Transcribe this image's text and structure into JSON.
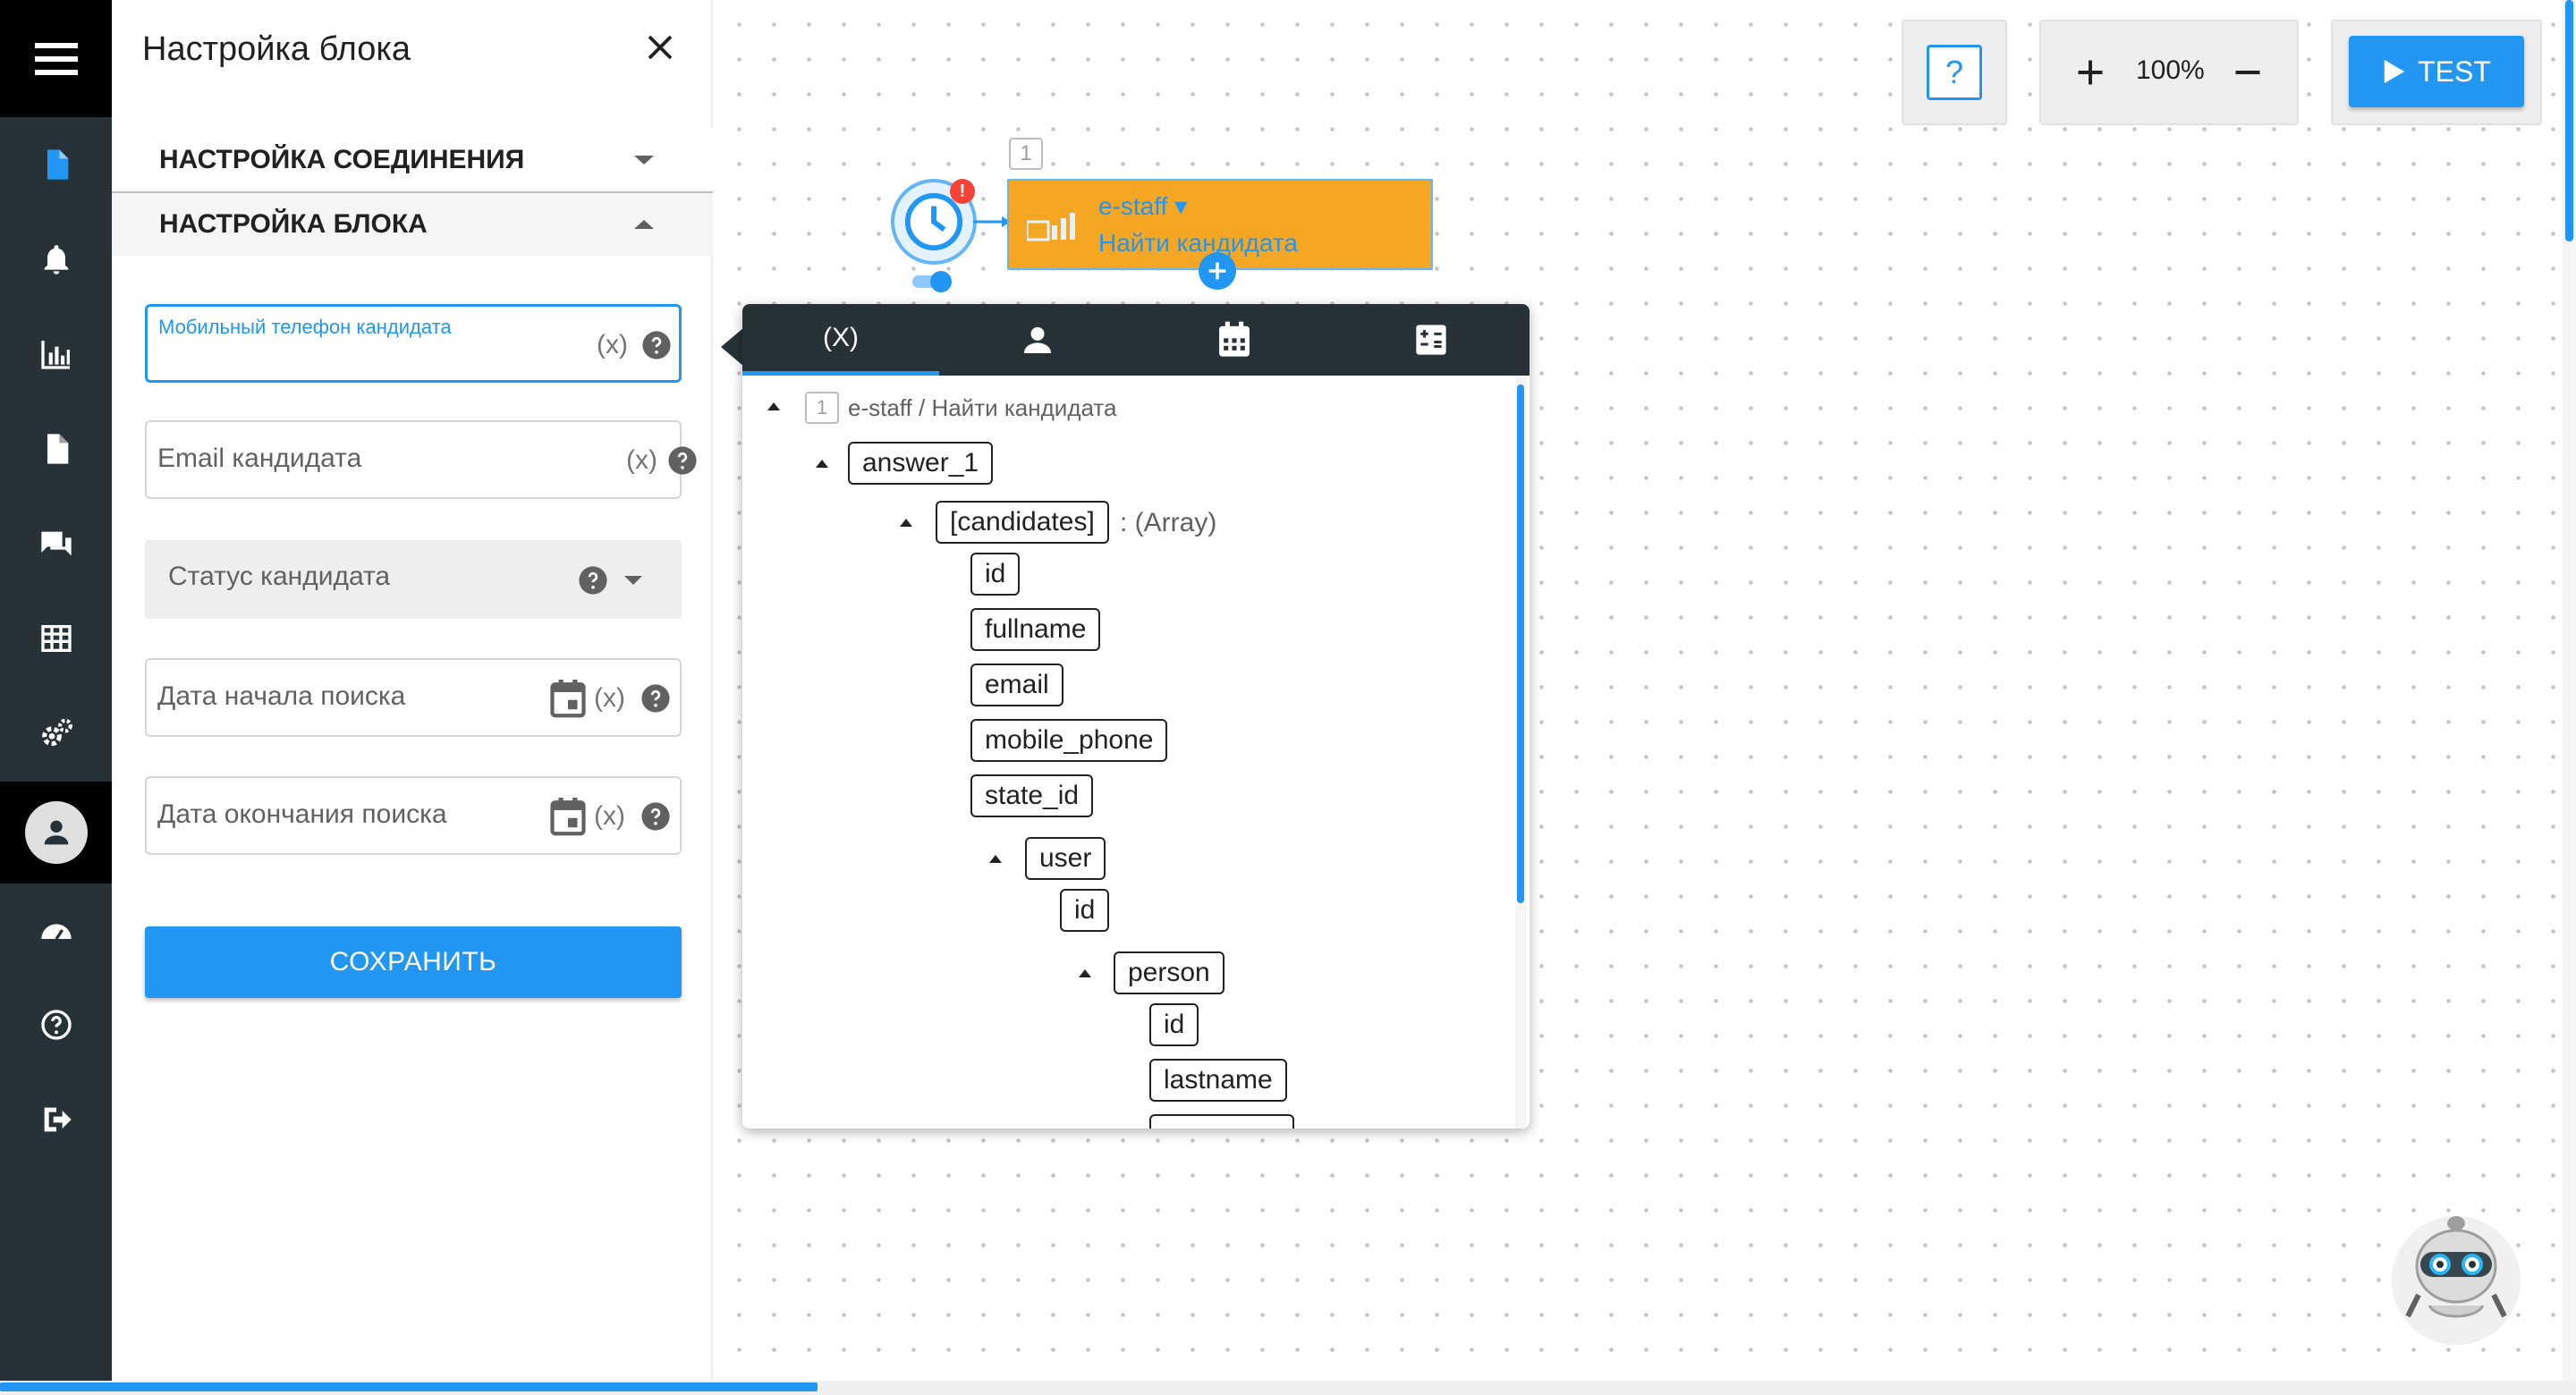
{
  "panel": {
    "title": "Настройка блока",
    "sections": [
      {
        "label": "НАСТРОЙКА СОЕДИНЕНИЯ",
        "expanded": false
      },
      {
        "label": "НАСТРОЙКА БЛОКА",
        "expanded": true
      }
    ],
    "fields": {
      "mobile_phone": {
        "label": "Мобильный телефон кандидата",
        "suffix": "(x)"
      },
      "email": {
        "label": "Email кандидата",
        "suffix": "(x)"
      },
      "status": {
        "label": "Статус кандидата"
      },
      "date_start": {
        "label": "Дата начала поиска",
        "suffix": "(x)"
      },
      "date_end": {
        "label": "Дата окончания поиска",
        "suffix": "(x)"
      }
    },
    "save_label": "СОХРАНИТЬ"
  },
  "toolbar": {
    "help_label": "?",
    "zoom_level": "100%",
    "test_label": "TEST"
  },
  "node": {
    "number": "1",
    "title": "e-staff ▾",
    "subtitle": "Найти кандидата",
    "badge": "!"
  },
  "popover": {
    "tabs": [
      {
        "label": "(X)",
        "icon": "variables-icon"
      },
      {
        "label": "",
        "icon": "person-icon"
      },
      {
        "label": "",
        "icon": "calendar-icon"
      },
      {
        "label": "",
        "icon": "calculator-icon"
      }
    ],
    "header_num": "1",
    "header_path": "e-staff / Найти кандидата",
    "tree": {
      "answer": "answer_1",
      "candidates": "[candidates]",
      "candidates_type": ": (Array)",
      "fields": [
        "id",
        "fullname",
        "email",
        "mobile_phone",
        "state_id"
      ],
      "user": "user",
      "user_id": "id",
      "person": "person",
      "person_fields": [
        "id",
        "lastname"
      ]
    }
  },
  "colors": {
    "accent": "#2196f3",
    "nav_bg": "#263238",
    "node_bg": "#f5a623",
    "error": "#f44336"
  }
}
